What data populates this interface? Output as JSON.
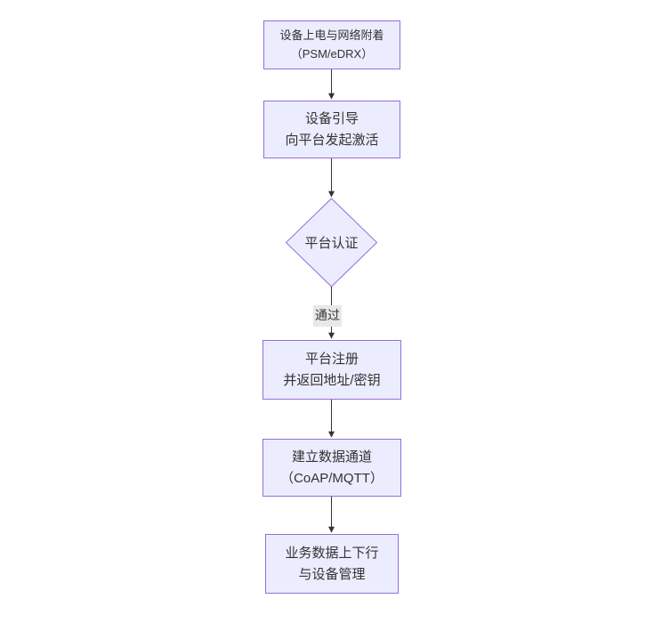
{
  "diagram": {
    "type": "flowchart",
    "direction": "top-to-bottom",
    "background": "#ffffff",
    "nodes": [
      {
        "id": "power-attach",
        "shape": "rectangle",
        "line1": "设备上电与网络附着",
        "line2": "（PSM/eDRX）"
      },
      {
        "id": "bootstrap",
        "shape": "rectangle",
        "line1": "设备引导",
        "line2": "向平台发起激活"
      },
      {
        "id": "auth",
        "shape": "diamond",
        "line1": "平台认证",
        "line2": ""
      },
      {
        "id": "register",
        "shape": "rectangle",
        "line1": "平台注册",
        "line2": "并返回地址/密钥"
      },
      {
        "id": "channel",
        "shape": "rectangle",
        "line1": "建立数据通道",
        "line2": "（CoAP/MQTT）"
      },
      {
        "id": "business",
        "shape": "rectangle",
        "line1": "业务数据上下行",
        "line2": "与设备管理"
      }
    ],
    "edges": [
      {
        "from": "power-attach",
        "to": "bootstrap",
        "label": ""
      },
      {
        "from": "bootstrap",
        "to": "auth",
        "label": ""
      },
      {
        "from": "auth",
        "to": "register",
        "label": "通过"
      },
      {
        "from": "register",
        "to": "channel",
        "label": ""
      },
      {
        "from": "channel",
        "to": "business",
        "label": ""
      }
    ],
    "colors": {
      "node_fill": "#ECECFF",
      "node_border": "#9370DB",
      "edge_line": "#333333",
      "text": "#333333",
      "edge_label_bg": "#e8e8e8"
    }
  }
}
